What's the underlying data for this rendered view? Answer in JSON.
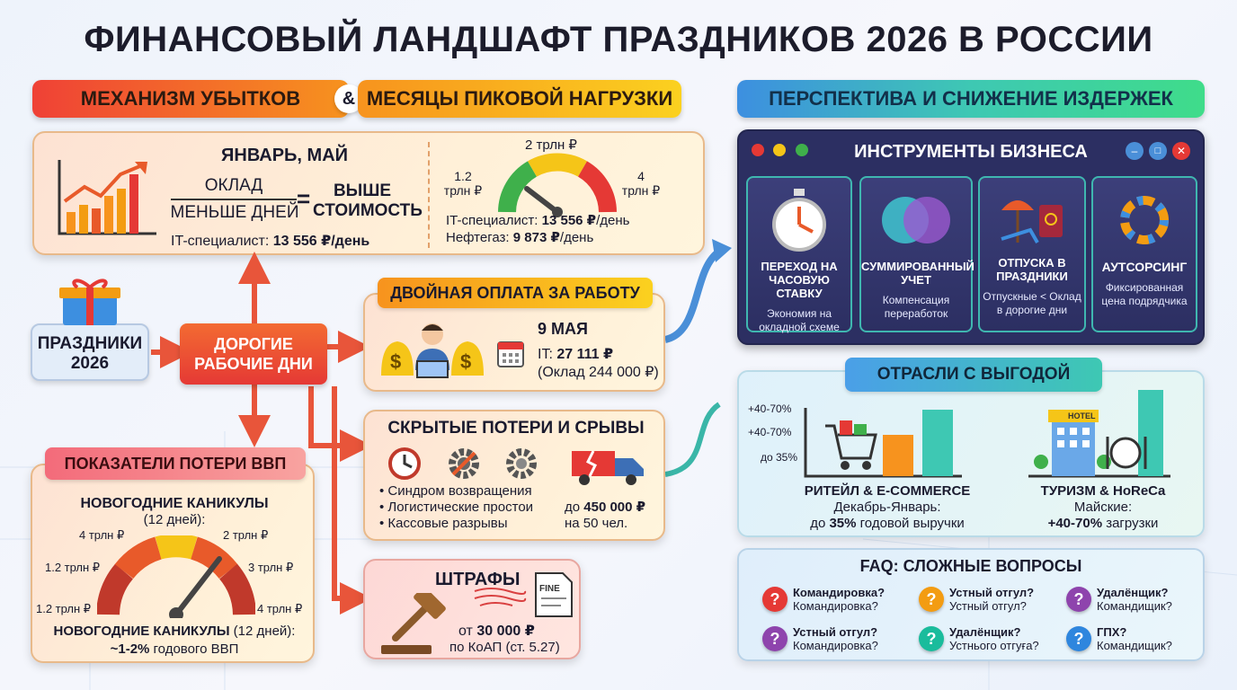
{
  "title": "ФИНАНСОВЫЙ ЛАНДШАФТ ПРАЗДНИКОВ 2026 В РОССИИ",
  "left_banner": {
    "part1": "МЕХАНИЗМ УБЫТКОВ",
    "amp": "&",
    "part2": "МЕСЯЦЫ ПИКОВОЙ НАГРУЗКИ"
  },
  "right_banner": "ПЕРСПЕКТИВА И СНИЖЕНИЕ ИЗДЕРЖЕК",
  "mechanism": {
    "months": "ЯНВАРЬ, МАЙ",
    "numerator": "ОКЛАД",
    "denominator": "МЕНЬШЕ ДНЕЙ",
    "equals": "=",
    "result_line1": "ВЫШЕ",
    "result_line2": "СТОИМОСТЬ",
    "it_prefix": "IT-специалист: ",
    "it_value": "13 556 ₽/день",
    "gauge_top": "2 трлн ₽",
    "gauge_left_1": "1.2",
    "gauge_left_2": "трлн ₽",
    "gauge_right_1": "4",
    "gauge_right_2": "трлн ₽",
    "it_prefix2": "IT-специалист: ",
    "it_value2": "13 556 ₽",
    "it_suffix2": "/день",
    "oil_prefix": "Нефтегаз: ",
    "oil_value": "9 873 ₽",
    "oil_suffix": "/день"
  },
  "holidays_box": {
    "line1": "ПРАЗДНИКИ",
    "line2": "2026"
  },
  "expensive_box": {
    "line1": "ДОРОГИЕ",
    "line2": "РАБОЧИЕ ДНИ"
  },
  "double_pay": {
    "header": "ДВОЙНАЯ ОПЛАТА ЗА РАБОТУ",
    "date": "9 МАЯ",
    "it_prefix": "IT: ",
    "it_value": "27 111 ₽",
    "salary": "(Оклад 244 000 ₽)"
  },
  "hidden_losses": {
    "header": "СКРЫТЫЕ ПОТЕРИ И СРЫВЫ",
    "items": [
      "• Синдром возвращения",
      "• Логистические простои",
      "• Кассовые разрывы"
    ],
    "amount_prefix": "до ",
    "amount_value": "450 000 ₽",
    "amount_suffix": "на 50 чел."
  },
  "fines": {
    "header": "ШТРАФЫ",
    "fine_label": "FINE",
    "amount_prefix": "от ",
    "amount_value": "30 000 ₽",
    "law": "по КоАП (ст. 5.27)"
  },
  "gdp": {
    "header": "ПОКАЗАТЕЛИ ПОТЕРИ ВВП",
    "sub1": "НОВОГОДНИЕ КАНИКУЛЫ",
    "sub2": "(12 дней):",
    "labels": [
      "1.2 трлн ₽",
      "1.2 трлн ₽",
      "4 трлн ₽",
      "2 трлн ₽",
      "3 трлн ₽",
      "4 трлн ₽"
    ],
    "footer_bold": "НОВОГОДНИЕ КАНИКУЛЫ",
    "footer_rest": " (12 дней):",
    "footer2_bold": "~1-2%",
    "footer2_rest": " годового ВВП"
  },
  "tools": {
    "header": "ИНСТРУМЕНТЫ БИЗНЕСА",
    "items": [
      {
        "title": "ПЕРЕХОД НА ЧАСОВУЮ СТАВКУ",
        "desc": "Экономия на окладной схеме"
      },
      {
        "title": "СУММИРОВАННЫЙ УЧЕТ",
        "desc": "Компенсация переработок"
      },
      {
        "title": "ОТПУСКА В ПРАЗДНИКИ",
        "desc": "Отпускные < Оклад в дорогие дни"
      },
      {
        "title": "АУТСОРСИНГ",
        "desc": "Фиксированная цена подрядчика"
      }
    ]
  },
  "industries": {
    "header": "ОТРАСЛИ С ВЫГОДОЙ",
    "retail": {
      "ticks": [
        "+40-70%",
        "+40-70%",
        "до 35%"
      ],
      "title": "РИТЕЙЛ & E-COMMERCE",
      "line2": "Декабрь-Январь:",
      "line3_prefix": "до ",
      "line3_bold": "35%",
      "line3_suffix": " годовой выручки"
    },
    "tourism": {
      "hotel": "HOTEL",
      "title": "ТУРИЗМ & HoReCa",
      "line2": "Майские:",
      "line3_bold": "+40-70%",
      "line3_suffix": " загрузки"
    }
  },
  "faq": {
    "header": "FAQ: СЛОЖНЫЕ ВОПРОСЫ",
    "items": [
      {
        "q": "Командировка?",
        "a": "Командировка?",
        "color": "#e53935"
      },
      {
        "q": "Устный отгул?",
        "a": "Устный отгул?",
        "color": "#f39c12"
      },
      {
        "q": "Удалёнщик?",
        "a": "Командищик?",
        "color": "#8e44ad"
      },
      {
        "q": "Устный отгул?",
        "a": "Командировка?",
        "color": "#8e44ad"
      },
      {
        "q": "Удалёнщик?",
        "a": "Устнього отгуға?",
        "color": "#1abc9c"
      },
      {
        "q": "ГПХ?",
        "a": "Командищик?",
        "color": "#2e86de"
      }
    ]
  },
  "colors": {
    "orange": "#f7931e",
    "red": "#e53935",
    "navy": "#2c2f62",
    "teal": "#3fb7b0"
  }
}
